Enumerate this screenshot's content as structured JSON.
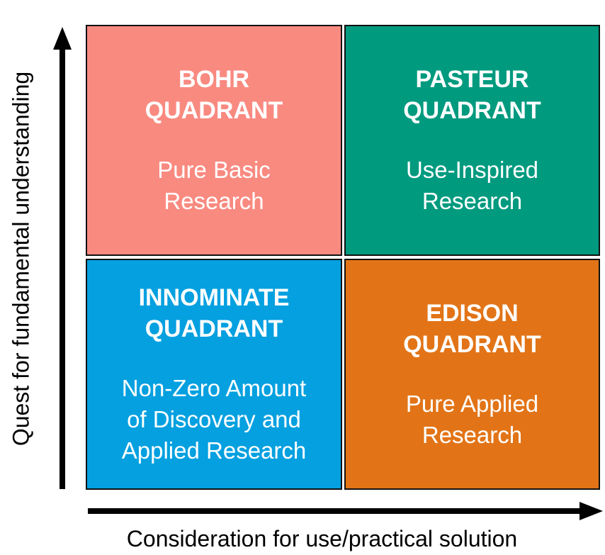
{
  "quadrants": {
    "bohr": {
      "title": "BOHR\nQUADRANT",
      "subtitle": "Pure Basic\nResearch",
      "color": "#F98A80"
    },
    "pasteur": {
      "title": "PASTEUR\nQUADRANT",
      "subtitle": "Use-Inspired\nResearch",
      "color": "#009A7F"
    },
    "innominate": {
      "title": "INNOMINATE\nQUADRANT",
      "subtitle": "Non-Zero Amount\nof Discovery and\nApplied Research",
      "color": "#04A0E0"
    },
    "edison": {
      "title": "EDISON\nQUADRANT",
      "subtitle": "Pure Applied\nResearch",
      "color": "#E27417"
    }
  },
  "axes": {
    "y_label": "Quest for fundamental understanding",
    "x_label": "Consideration for use/practical solution"
  }
}
